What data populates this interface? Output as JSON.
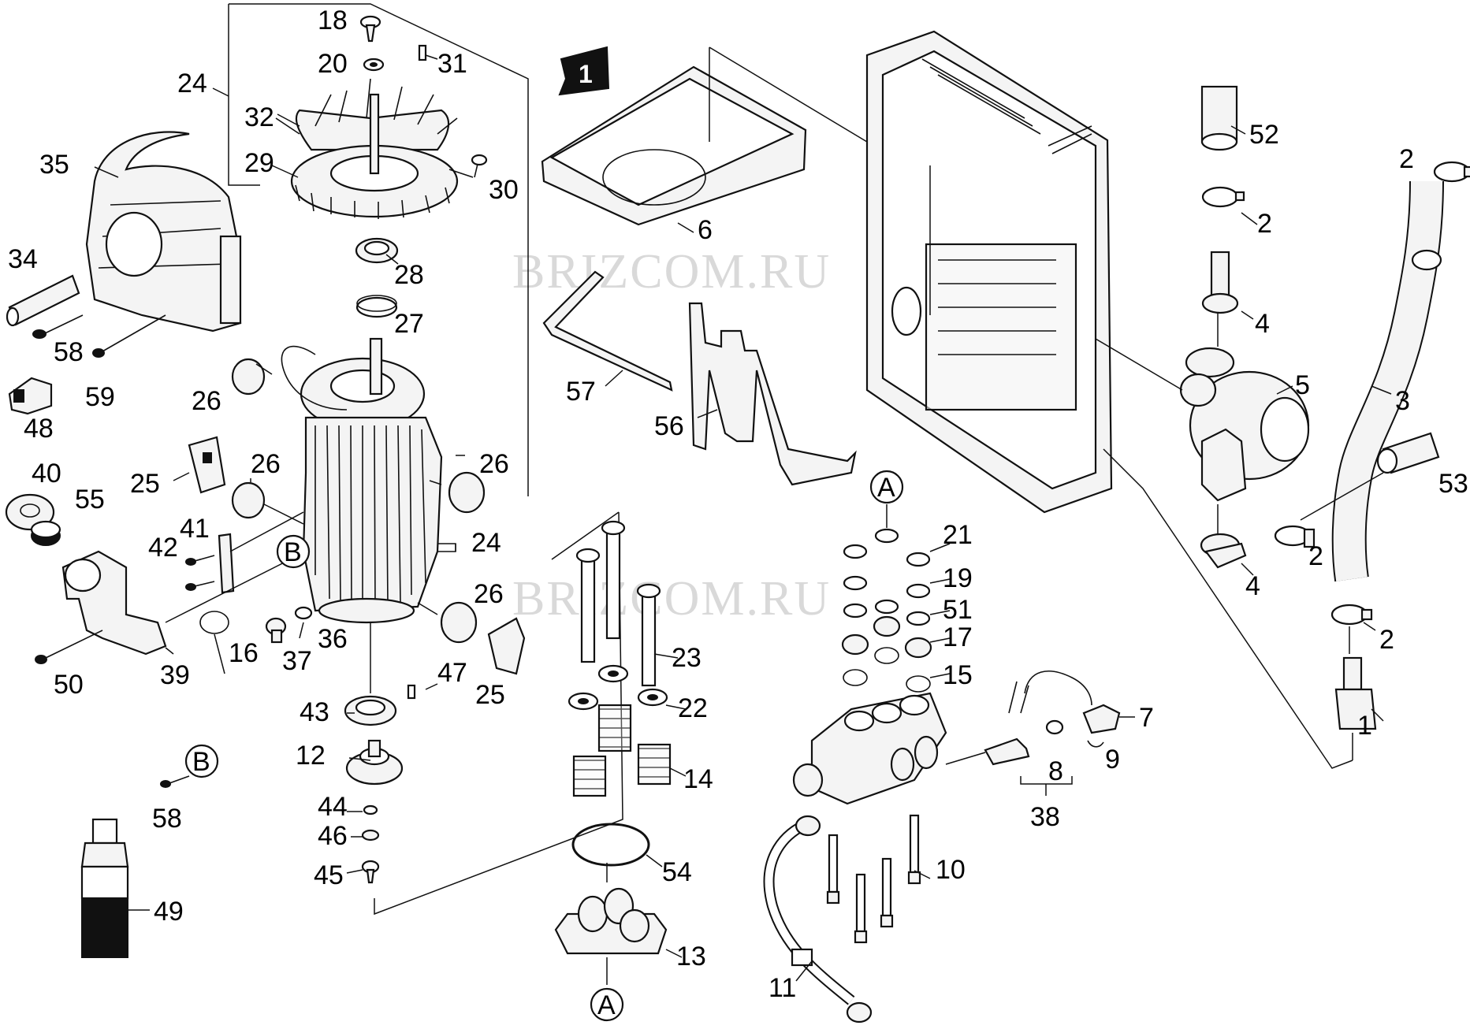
{
  "watermarks": [
    "BRIZCOM.RU",
    "BRIZCOM.RU"
  ],
  "assembly_marker": "1",
  "refs": {
    "a": "A",
    "b": "B"
  },
  "labels": {
    "l1": "1",
    "l2": "2",
    "l3": "3",
    "l4": "4",
    "l5": "5",
    "l6": "6",
    "l7": "7",
    "l8": "8",
    "l9": "9",
    "l10": "10",
    "l11": "11",
    "l12": "12",
    "l13": "13",
    "l14": "14",
    "l15": "15",
    "l16": "16",
    "l17": "17",
    "l18": "18",
    "l19": "19",
    "l20": "20",
    "l21": "21",
    "l22": "22",
    "l23": "23",
    "l24": "24",
    "l25": "25",
    "l26": "26",
    "l27": "27",
    "l28": "28",
    "l29": "29",
    "l30": "30",
    "l31": "31",
    "l32": "32",
    "l34": "34",
    "l35": "35",
    "l36": "36",
    "l37": "37",
    "l38": "38",
    "l39": "39",
    "l40": "40",
    "l41": "41",
    "l42": "42",
    "l43": "43",
    "l44": "44",
    "l45": "45",
    "l46": "46",
    "l47": "47",
    "l48": "48",
    "l49": "49",
    "l50": "50",
    "l51": "51",
    "l52": "52",
    "l53": "53",
    "l54": "54",
    "l55": "55",
    "l56": "56",
    "l57": "57",
    "l58": "58",
    "l59": "59"
  }
}
